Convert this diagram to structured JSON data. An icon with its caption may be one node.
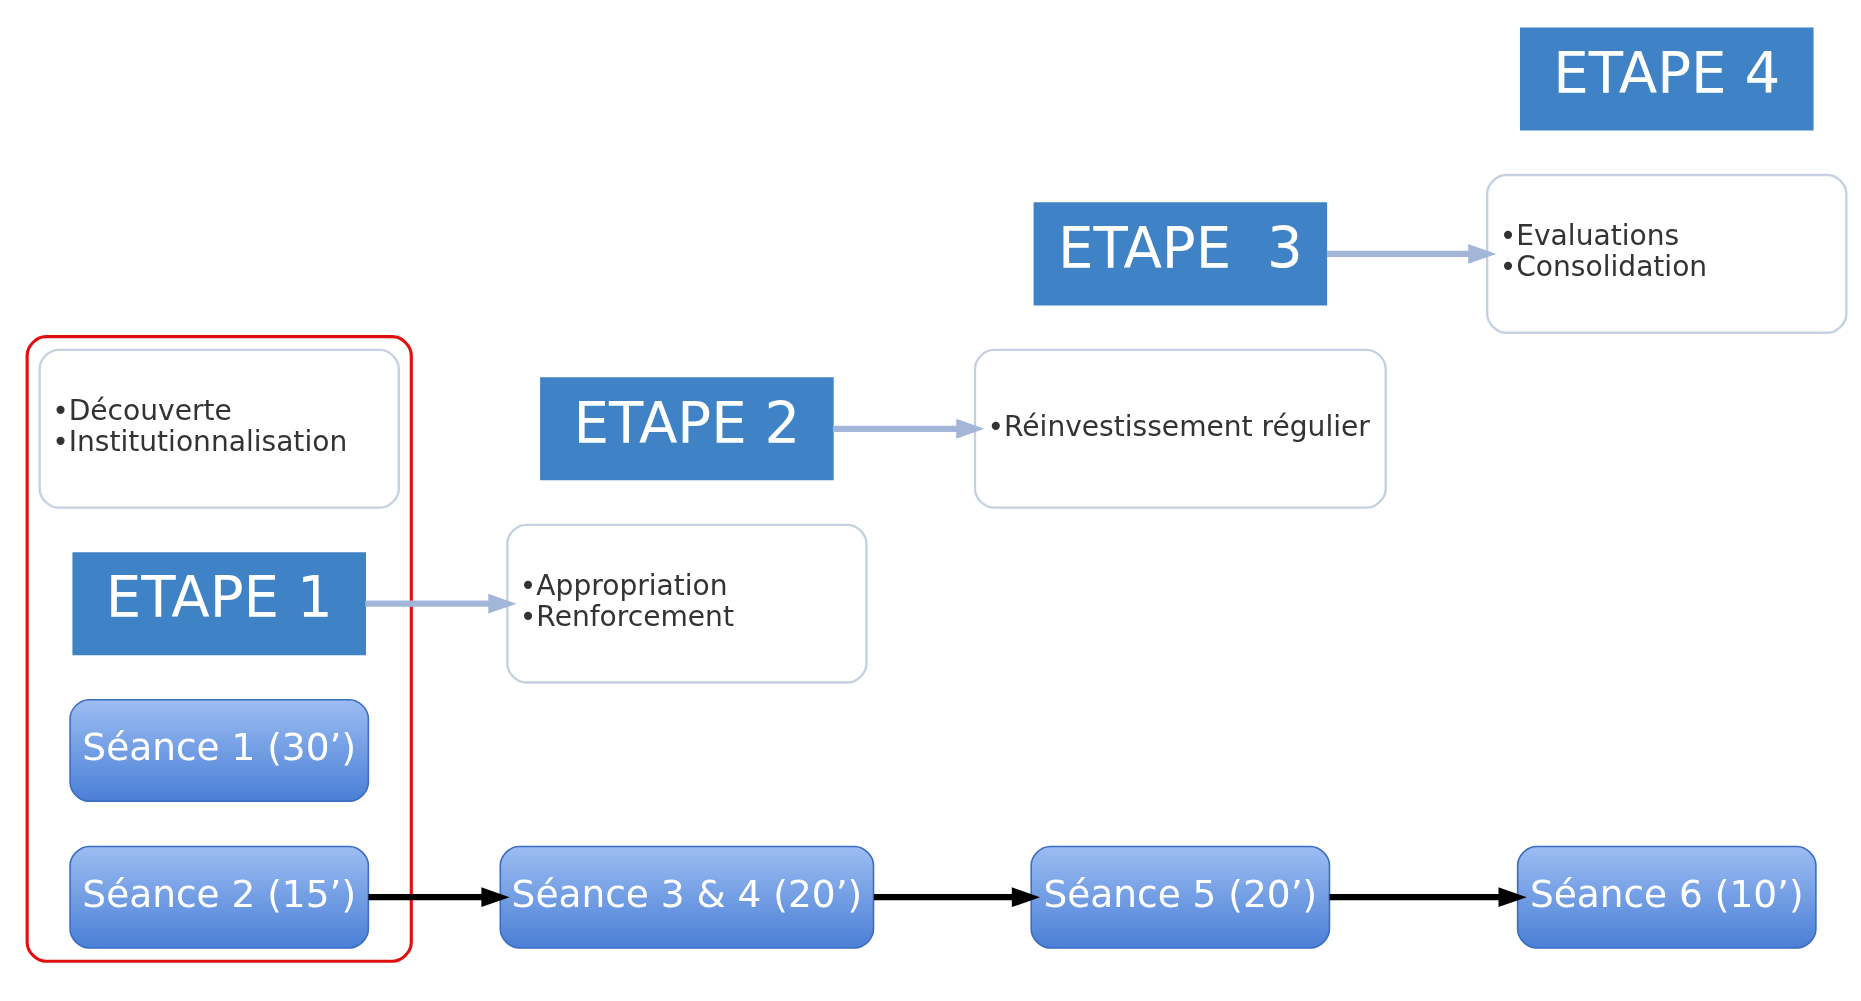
{
  "diagram": {
    "nodes": [
      {
        "text": [],
        "shape": "ellipse"
      },
      {
        "text": [
          "•Découverte",
          "•Institutionnalisation"
        ],
        "in": 0
      },
      {
        "text": [
          "ETAPE 1"
        ],
        "in": 0
      },
      {
        "text": [
          "•Appropriation",
          "•Renforcement"
        ]
      },
      {
        "text": [
          "ETAPE 2"
        ]
      },
      {
        "text": [
          "•Réinvestissement régulier"
        ]
      },
      {
        "text": [
          "ETAPE  3"
        ]
      },
      {
        "text": [
          "•Evaluations",
          "•Consolidation"
        ]
      },
      {
        "text": [
          "ETAPE 4"
        ]
      },
      {
        "text": [
          "Séance 1 (30’)"
        ],
        "in": 0
      },
      {
        "text": [
          "Séance 2 (15’)"
        ],
        "in": 0
      },
      {
        "text": [
          "Séance 3 & 4 (20’)"
        ]
      },
      {
        "text": [
          "Séance 5 (20’)"
        ]
      },
      {
        "text": [
          "Séance 6 (10’)"
        ]
      }
    ],
    "edges": [
      {
        "from": 2,
        "to": 3,
        "arrow": "to",
        "color": "#a4b6d8"
      },
      {
        "from": 4,
        "to": 5,
        "arrow": "to",
        "color": "#a4b6d8"
      },
      {
        "from": 6,
        "to": 7,
        "arrow": "to",
        "color": "#a4b6d8"
      },
      {
        "from": 10,
        "to": 11,
        "arrow": "to",
        "color": "#000000"
      },
      {
        "from": 11,
        "to": 12,
        "arrow": "to",
        "color": "#000000"
      },
      {
        "from": 12,
        "to": 13,
        "arrow": "to",
        "color": "#000000"
      }
    ]
  }
}
